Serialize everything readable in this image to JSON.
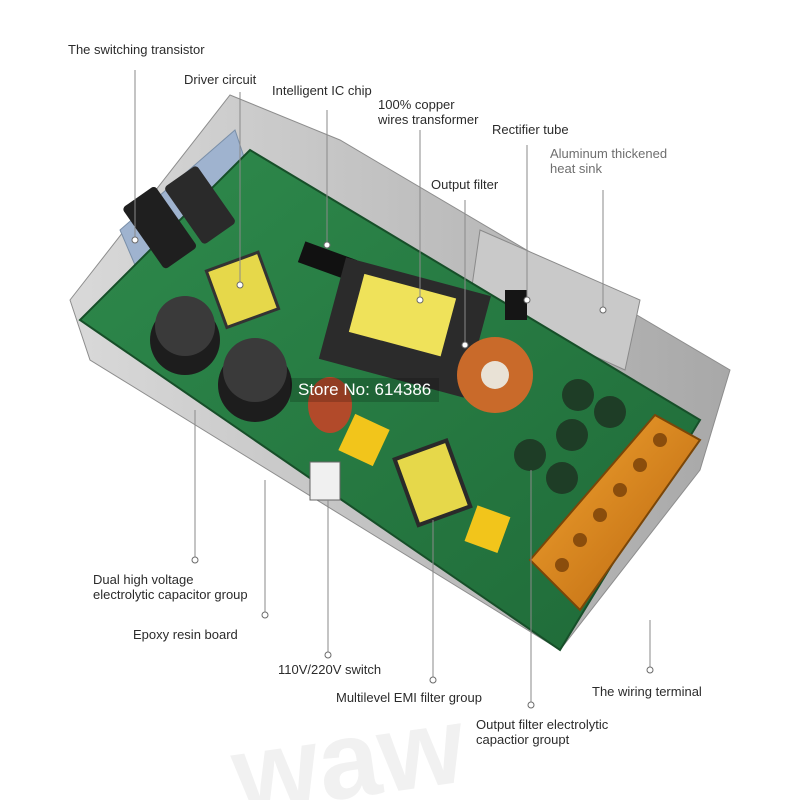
{
  "labels": {
    "switching_transistor": "The switching transistor",
    "driver_circuit": "Driver circuit",
    "ic_chip": "Intelligent IC chip",
    "transformer_line1": "100% copper",
    "transformer_line2": "wires transformer",
    "rectifier_tube": "Rectifier tube",
    "heat_sink_line1": "Aluminum thickened",
    "heat_sink_line2": "heat sink",
    "output_filter": "Output filter",
    "capacitor_group_line1": "Dual high voltage",
    "capacitor_group_line2": "electrolytic capacitor group",
    "epoxy_board": "Epoxy resin board",
    "voltage_switch": "110V/220V switch",
    "emi_filter": "Multilevel EMI filter group",
    "wiring_terminal": "The wiring terminal",
    "output_caps_line1": "Output filter electrolytic",
    "output_caps_line2": "capactior groupt"
  },
  "store_watermark": "Store No: 614386",
  "brand_watermark": "waw",
  "colors": {
    "pcb": "#2f7d45",
    "leader_line": "#8a8a8a",
    "terminal": "#e08a1a",
    "transformer": "#e6d84a"
  }
}
